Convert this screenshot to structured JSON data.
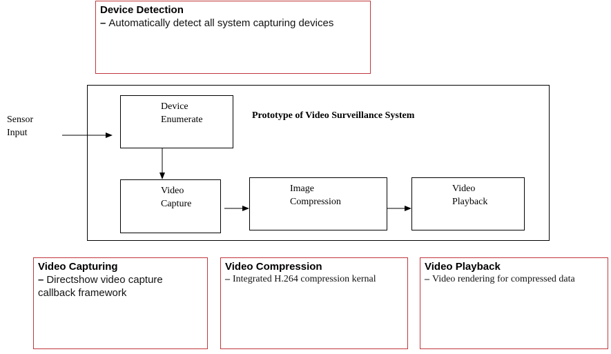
{
  "notes": {
    "device_detection": {
      "title": "Device Detection",
      "dash": "–",
      "body": "Automatically detect all system capturing devices"
    },
    "video_capturing": {
      "title": "Video Capturing",
      "dash": "–",
      "body": "Directshow video capture callback framework"
    },
    "video_compression": {
      "title": "Video Compression",
      "dash": "–",
      "body": "Integrated H.264 compression kernal"
    },
    "video_playback": {
      "title": "Video Playback",
      "dash": "–",
      "body": "Video rendering for compressed data"
    }
  },
  "diagram": {
    "title": "Prototype of Video Surveillance System",
    "input_label": {
      "line1": "Sensor",
      "line2": "Input"
    },
    "blocks": [
      {
        "id": "device-enumerate",
        "line1": "Device",
        "line2": "Enumerate"
      },
      {
        "id": "video-capture",
        "line1": "Video",
        "line2": "Capture"
      },
      {
        "id": "image-compression",
        "line1": "Image",
        "line2": "Compression"
      },
      {
        "id": "video-playback",
        "line1": "Video",
        "line2": "Playback"
      }
    ],
    "edges": [
      {
        "from": "sensor-input",
        "to": "device-enumerate"
      },
      {
        "from": "device-enumerate",
        "to": "video-capture"
      },
      {
        "from": "video-capture",
        "to": "image-compression"
      },
      {
        "from": "image-compression",
        "to": "video-playback"
      }
    ]
  },
  "colors": {
    "note_border": "#c0363c",
    "diagram_line": "#000000"
  }
}
